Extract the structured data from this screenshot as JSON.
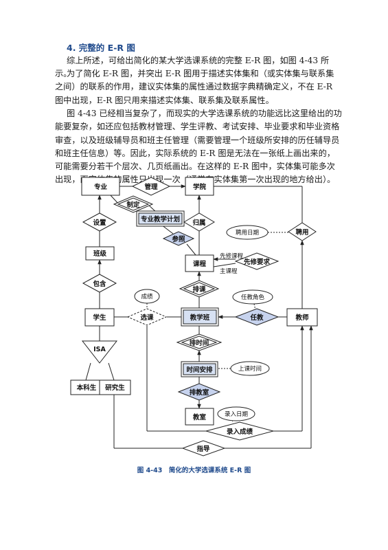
{
  "heading": "4. 完整的 E-R 图",
  "paragraphs": [
    "综上所述，可给出简化的某大学选课系统的完整 E-R 图，如图 4-43 所示。",
    "为了简化 E-R 图，并突出 E-R 图用于描述实体集和（或实体集与联系集之间）的联系的作用，建议实体集的属性通过数据字典精确定义，不在 E-R 图中出现，E-R 图只用来描述实体集、联系集及联系属性。",
    "图 4-43 已经相当复杂了，而现实的大学选课系统的功能远比这里给出的功能要复杂，如还应包括教材管理、学生评教、考试安排、毕业要求和毕业资格审查，以及班级辅导员和班主任管理（需要管理一个班级所安排的历任辅导员和班主任信息）等。因此，实际系统的 E-R 图是无法在一张纸上画出来的，可能需要分若干个层次、几页纸画出。在这样的 E-R 图中，实体集可能多次出现，而实体集的属性只出现一次（通常在实体集第一次出现的地方给出）。"
  ],
  "diagram": {
    "entities": {
      "major": "专业",
      "college": "学院",
      "plan": "专业教学计划",
      "class": "班级",
      "course": "课程",
      "student": "学生",
      "section": "教学班",
      "teacher": "教师",
      "undergrad": "本科生",
      "graduate": "研究生",
      "schedule": "时间安排",
      "classroom": "教室"
    },
    "relationships": {
      "manage": "管理",
      "formulate": "制定",
      "setup": "设置",
      "belong": "归属",
      "reference": "参照",
      "employ": "聘用",
      "include": "包含",
      "prereq": "先修要求",
      "arrange_course": "排课",
      "enroll": "选课",
      "assign": "任教",
      "arrange_time": "排时间",
      "arrange_room": "排教室",
      "record_grade": "录入成绩",
      "guide": "指导",
      "isa": "ISA"
    },
    "attributes": {
      "hire_date": "聘用日期",
      "grade": "成绩",
      "teach_role": "任教角色",
      "class_time": "上课时间",
      "entry_date": "录入日期"
    },
    "role_labels": {
      "prereq_course": "先修课程",
      "main_course": "主课程"
    }
  },
  "caption": "图 4-43　简化的大学选课系统 E-R 图"
}
